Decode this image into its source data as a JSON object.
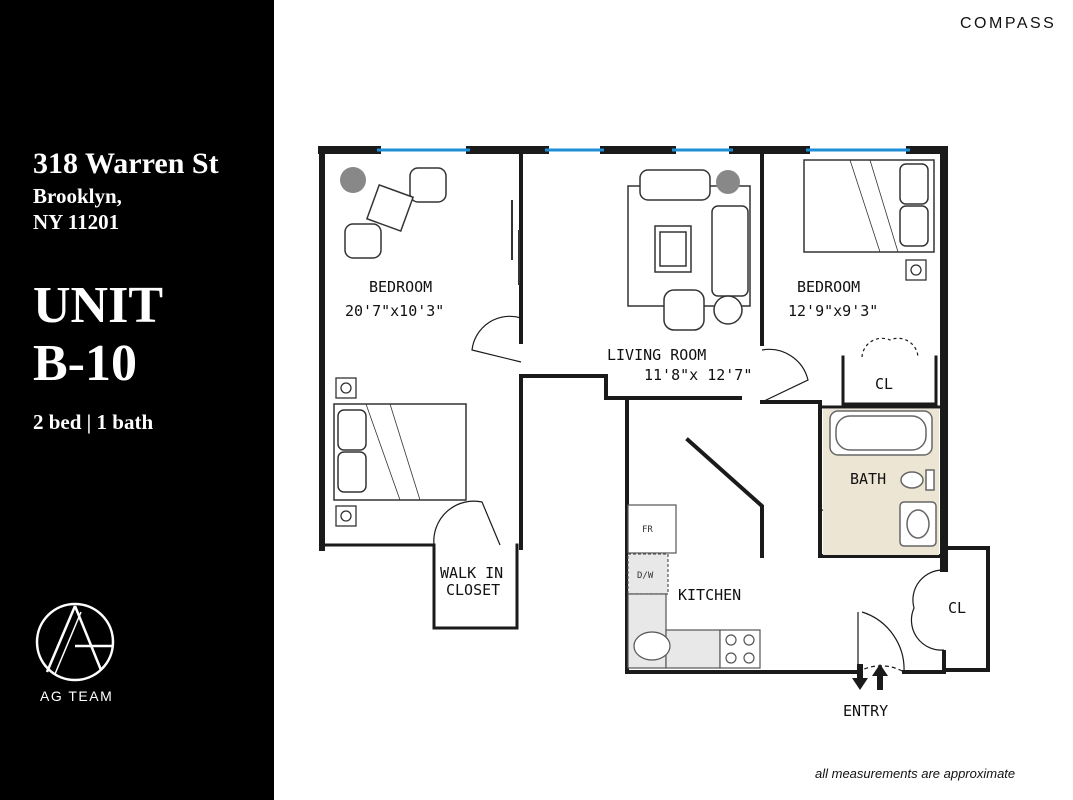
{
  "brand": "COMPASS",
  "listing": {
    "address_line1": "318 Warren St",
    "address_line2": "Brooklyn,",
    "address_line3": "NY 11201",
    "unit_line1": "UNIT",
    "unit_line2": "B-10",
    "beds_baths": "2 bed | 1 bath"
  },
  "team": {
    "name": "AG TEAM",
    "logo_icon": "ag-monogram-icon"
  },
  "rooms": {
    "bedroom_left": {
      "name": "BEDROOM",
      "size": "20'7\"x10'3\""
    },
    "bedroom_right": {
      "name": "BEDROOM",
      "size": "12'9\"x9'3\""
    },
    "living_room": {
      "name": "LIVING ROOM",
      "size": "11'8\"x 12'7\""
    },
    "kitchen": {
      "name": "KITCHEN"
    },
    "bath": {
      "name": "BATH"
    },
    "walk_in_closet": {
      "line1": "WALK IN",
      "line2": "CLOSET"
    },
    "closet_upper": "CL",
    "closet_entry": "CL",
    "entry": "ENTRY"
  },
  "appliances": {
    "fridge": "FR",
    "dishwasher": "D/W"
  },
  "disclaimer": "all measurements are approximate",
  "colors": {
    "sidebar": "#000000",
    "wall": "#1a1a1a",
    "window": "#1e8ed6",
    "bath_tile": "#ece5d3"
  }
}
